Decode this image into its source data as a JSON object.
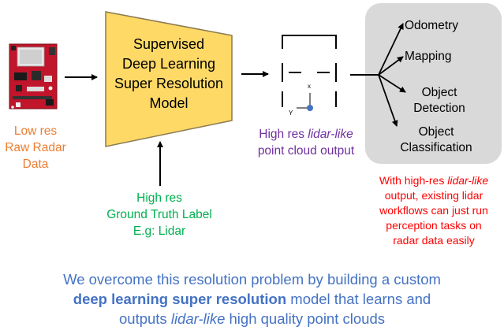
{
  "input": {
    "label_lines": [
      "Low res",
      "Raw Radar",
      "Data"
    ]
  },
  "model": {
    "title_lines": [
      "Supervised",
      "Deep Learning",
      "Super Resolution",
      "Model"
    ],
    "fill_color": "#FFD966"
  },
  "ground_truth": {
    "label_lines": [
      "High res",
      "Ground Truth Label",
      "E.g: Lidar"
    ]
  },
  "point_cloud": {
    "label_line1_prefix": "High res ",
    "label_line1_italic": "lidar-like",
    "label_line2": "point cloud output",
    "axis_x": "x",
    "axis_y": "Y"
  },
  "tasks": {
    "odometry": "Odometry",
    "mapping": "Mapping",
    "object_detection_lines": [
      "Object",
      "Detection"
    ],
    "object_classification_lines": [
      "Object",
      "Classification"
    ]
  },
  "note": {
    "prefix": "With high-res ",
    "italic": "lidar-like",
    "rest_lines": [
      "output, existing lidar",
      "workflows can just run",
      "perception tasks on",
      "radar data easily"
    ]
  },
  "summary": {
    "line1": "We overcome this resolution problem by building a custom",
    "line2_bold": "deep learning super resolution",
    "line2_rest": " model that learns and",
    "line3_prefix": "outputs ",
    "line3_italic": "lidar-like",
    "line3_rest": " high quality point clouds"
  },
  "colors": {
    "orange": "#ED7D31",
    "green": "#00B050",
    "purple": "#7030A0",
    "red": "#FF0000",
    "blue": "#4472C4",
    "gray_box": "#D9D9D9"
  }
}
